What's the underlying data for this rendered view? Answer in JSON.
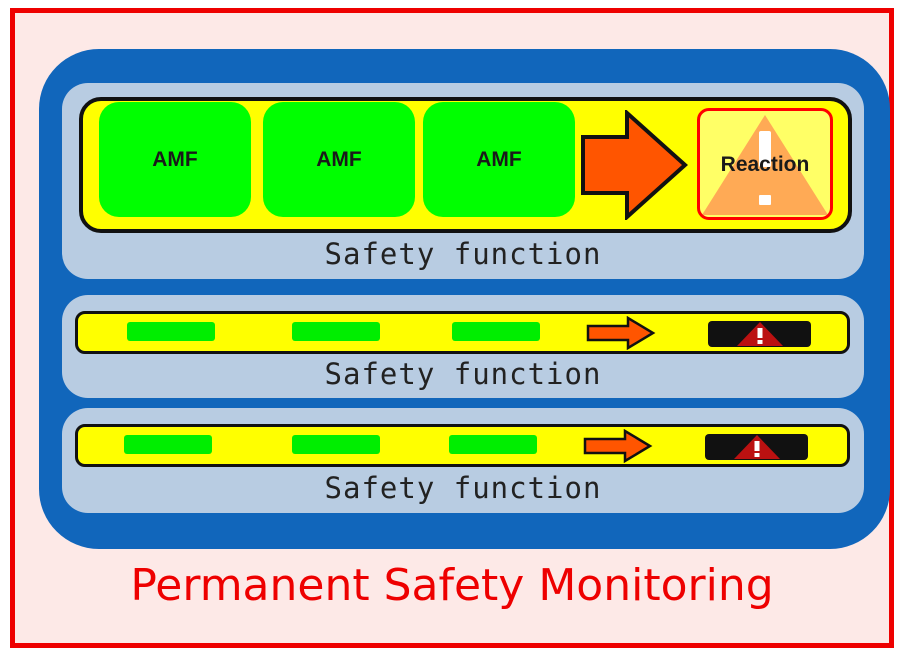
{
  "title": "Permanent Safety Monitoring",
  "colors": {
    "frame_border": "#ee0000",
    "frame_background": "#fde9e7",
    "outer_container": "#1166bb",
    "panel": "#b8cce2",
    "bar": "#ffff00",
    "module": "#00ff00",
    "arrow": "#ff5500",
    "warning_triangle": "#ffaa55",
    "title_text": "#ee0000"
  },
  "safety_functions": [
    {
      "label": "Safety function",
      "modules": [
        "AMF",
        "AMF",
        "AMF"
      ],
      "reaction_label": "Reaction",
      "icons": [
        "arrow-right-icon",
        "warning-triangle-icon"
      ]
    },
    {
      "label": "Safety function",
      "icons": [
        "arrow-right-icon",
        "warning-triangle-icon"
      ]
    },
    {
      "label": "Safety function",
      "icons": [
        "arrow-right-icon",
        "warning-triangle-icon"
      ]
    }
  ]
}
